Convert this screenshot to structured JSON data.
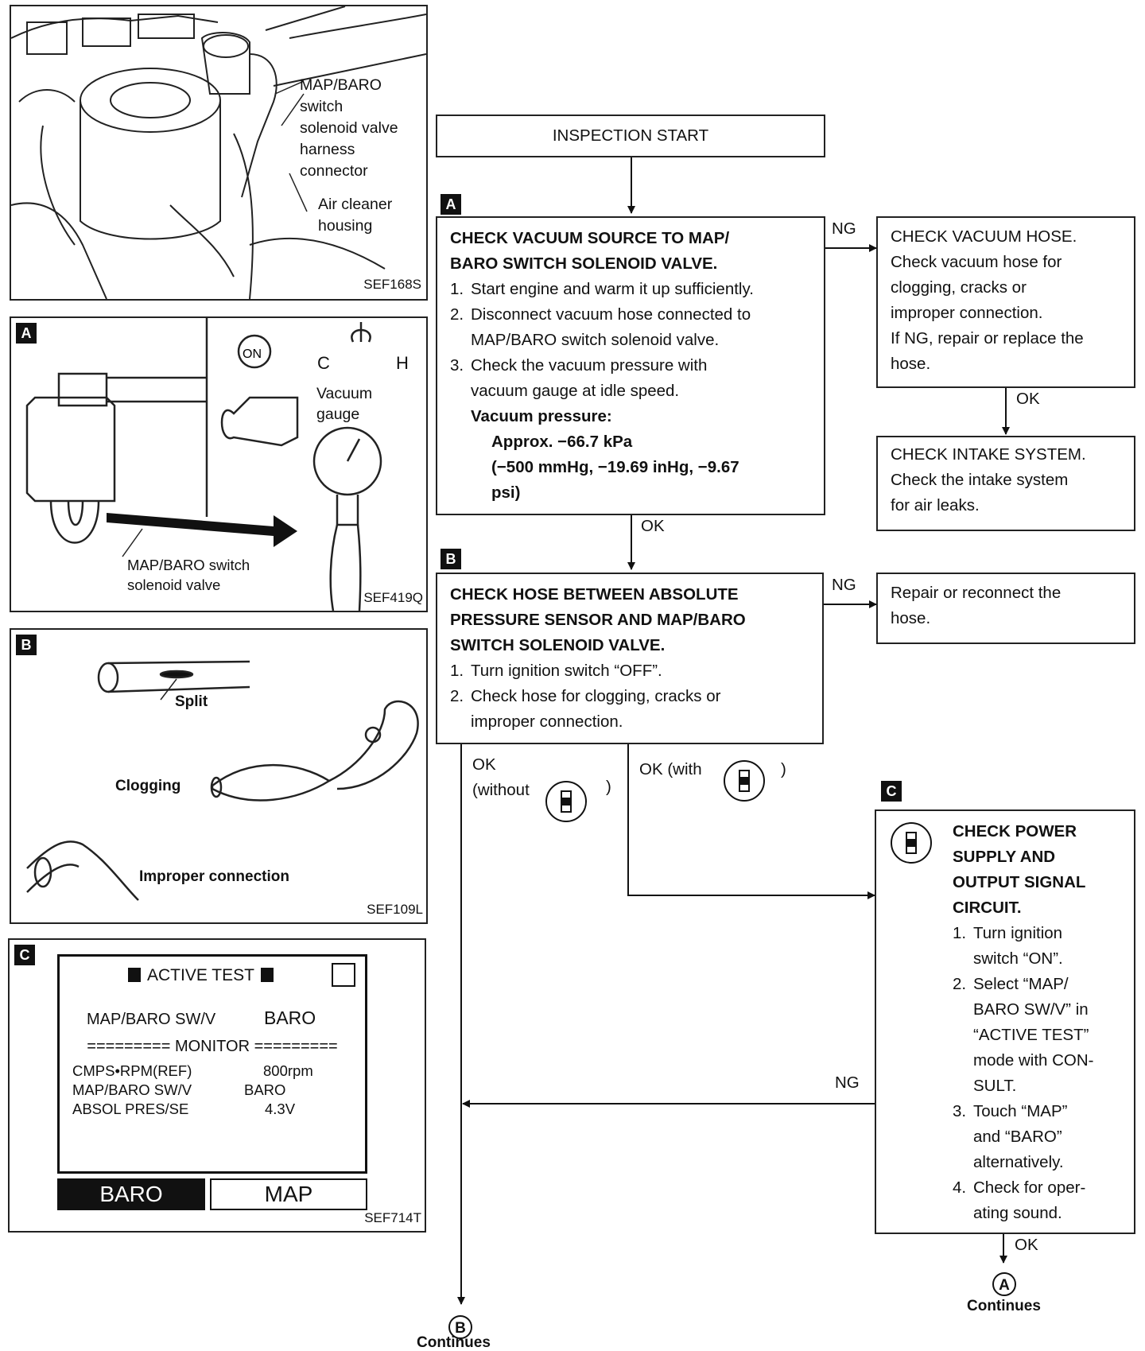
{
  "figures": {
    "fig1": {
      "code": "SEF168S",
      "callout_map_baro": [
        "MAP/BARO",
        "switch",
        "solenoid valve",
        "harness",
        "connector"
      ],
      "callout_air_cleaner": [
        "Air cleaner",
        "housing"
      ]
    },
    "figA": {
      "tag": "A",
      "code": "SEF419Q",
      "gauge_label": [
        "Vacuum",
        "gauge"
      ],
      "c_label": "C",
      "h_label": "H",
      "on_label": "ON",
      "valve_label": [
        "MAP/BARO switch",
        "solenoid valve"
      ]
    },
    "figB": {
      "tag": "B",
      "code": "SEF109L",
      "split": "Split",
      "clogging": "Clogging",
      "improper": "Improper connection"
    },
    "figC": {
      "tag": "C",
      "code": "SEF714T",
      "title": "ACTIVE TEST",
      "row1_label": "MAP/BARO SW/V",
      "row1_value": "BARO",
      "monitor": "========= MONITOR =========",
      "rows": [
        {
          "label": "CMPS•RPM(REF)",
          "value": "800rpm"
        },
        {
          "label": "MAP/BARO SW/V",
          "value": "BARO"
        },
        {
          "label": "ABSOL PRES/SE",
          "value": "4.3V"
        }
      ],
      "btn_baro": "BARO",
      "btn_map": "MAP"
    }
  },
  "flow": {
    "start": "INSPECTION START",
    "stepA": {
      "tag": "A",
      "title": [
        "CHECK VACUUM SOURCE TO MAP/",
        "BARO SWITCH SOLENOID VALVE."
      ],
      "items": [
        {
          "n": "1.",
          "lines": [
            "Start engine and warm it up sufficiently."
          ]
        },
        {
          "n": "2.",
          "lines": [
            "Disconnect vacuum hose connected to",
            "MAP/BARO switch solenoid valve."
          ]
        },
        {
          "n": "3.",
          "lines": [
            "Check the vacuum pressure with",
            "vacuum gauge at idle speed."
          ]
        }
      ],
      "spec_title": "Vacuum pressure:",
      "spec_lines": [
        "Approx. −66.7 kPa",
        "(−500 mmHg, −19.69 inHg, −9.67",
        "psi)"
      ]
    },
    "vacuum_hose": [
      "CHECK VACUUM HOSE.",
      "Check vacuum hose for",
      "clogging, cracks or",
      "improper connection.",
      "If NG, repair or replace the",
      "hose."
    ],
    "intake": [
      "CHECK INTAKE SYSTEM.",
      "Check the intake system",
      "for air leaks."
    ],
    "stepB": {
      "tag": "B",
      "title": [
        "CHECK HOSE BETWEEN ABSOLUTE",
        "PRESSURE SENSOR AND MAP/BARO",
        "SWITCH SOLENOID VALVE."
      ],
      "items": [
        {
          "n": "1.",
          "lines": [
            "Turn ignition switch “OFF”."
          ]
        },
        {
          "n": "2.",
          "lines": [
            "Check hose for clogging, cracks or",
            "improper connection."
          ]
        }
      ]
    },
    "repair": [
      "Repair or reconnect the",
      "hose."
    ],
    "stepC": {
      "tag": "C",
      "title": [
        "CHECK POWER",
        "SUPPLY AND",
        "OUTPUT SIGNAL",
        "CIRCUIT."
      ],
      "items": [
        {
          "n": "1.",
          "lines": [
            "Turn ignition",
            "switch “ON”."
          ]
        },
        {
          "n": "2.",
          "lines": [
            "Select “MAP/",
            "BARO SW/V” in",
            "“ACTIVE TEST”",
            "mode with CON-",
            "SULT."
          ]
        },
        {
          "n": "3.",
          "lines": [
            "Touch “MAP”",
            "and “BARO”",
            "alternatively."
          ]
        },
        {
          "n": "4.",
          "lines": [
            "Check for oper-",
            "ating sound."
          ]
        }
      ]
    },
    "labels": {
      "ng": "NG",
      "ok": "OK",
      "ok_without": [
        "OK",
        "(without"
      ],
      "ok_with": "OK (with",
      "close_paren": ")",
      "continues": "Continues",
      "circle_a": "A",
      "circle_b": "B"
    }
  }
}
